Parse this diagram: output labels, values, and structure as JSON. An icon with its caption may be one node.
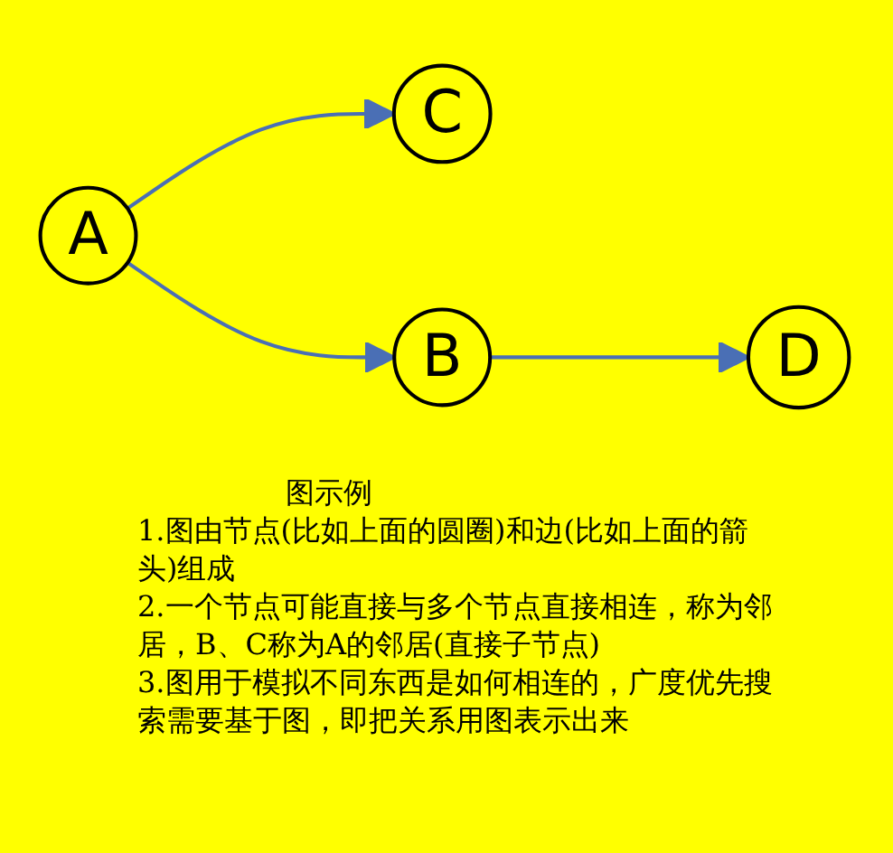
{
  "diagram": {
    "title": "图示例",
    "nodes": [
      {
        "text": [
          "C"
        ]
      },
      {
        "text": [
          "A"
        ]
      },
      {
        "text": [
          "B"
        ]
      },
      {
        "text": [
          "D"
        ]
      }
    ],
    "edges": [
      {
        "from": 1,
        "to": 0,
        "arrow": "to"
      },
      {
        "from": 1,
        "to": 2,
        "arrow": "to"
      },
      {
        "from": 2,
        "to": 3,
        "arrow": "to"
      }
    ],
    "labels": [
      "1.图由节点(比如上面的圆圈)和边(比如上面的箭头)组成",
      "2.一个节点可能直接与多个节点直接相连，称为邻居，B、C称为A的邻居(直接子节点)",
      "3.图用于模拟不同东西是如何相连的，广度优先搜索需要基于图，即把关系用图表示出来"
    ]
  }
}
